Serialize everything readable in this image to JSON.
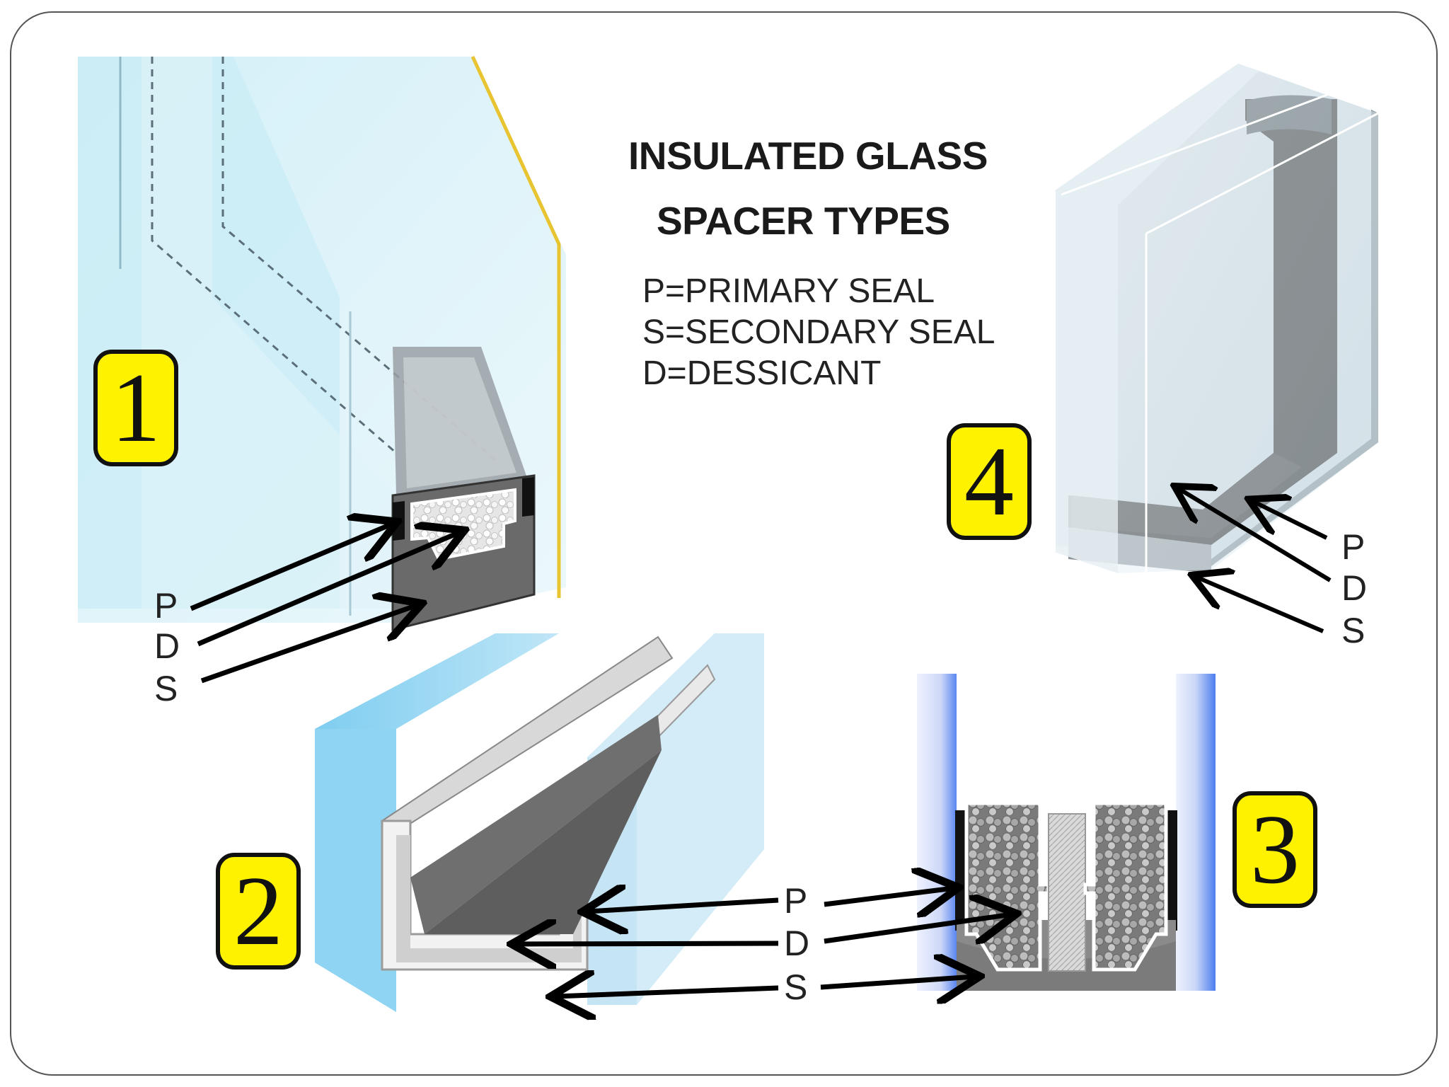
{
  "title": {
    "line1": "INSULATED GLASS",
    "line2": "SPACER TYPES"
  },
  "legend": [
    "P=PRIMARY SEAL",
    "S=SECONDARY SEAL",
    "D=DESSICANT"
  ],
  "badges": {
    "one": "1",
    "two": "2",
    "three": "3",
    "four": "4"
  },
  "labels": {
    "p": "P",
    "d": "D",
    "s": "S"
  },
  "colors": {
    "badge_fill": "#fff200",
    "glass_blue": "#9fd8ec",
    "glass_light": "#e6f5fb",
    "spacer_gray": "#6e6e6e",
    "desiccant_white": "#f0f0f0",
    "arrow": "#000000"
  }
}
